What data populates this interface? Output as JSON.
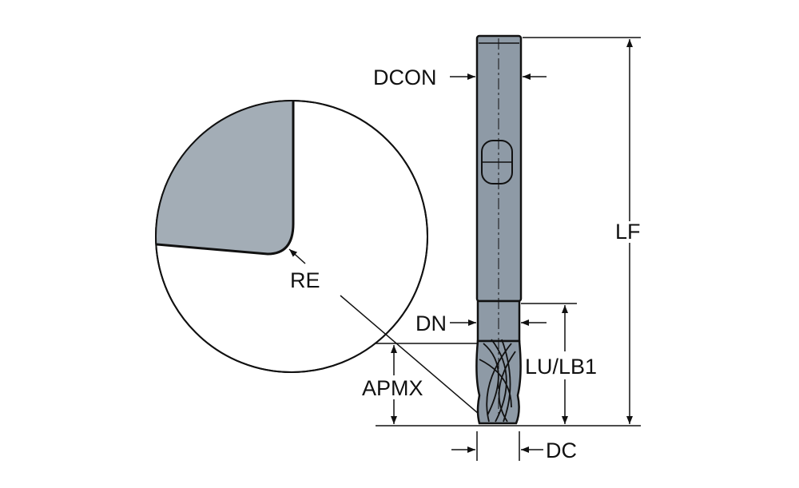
{
  "diagram": {
    "labels": {
      "dcon": "DCON",
      "dn": "DN",
      "apmx": "APMX",
      "re": "RE",
      "lu_lb1": "LU/LB1",
      "lf": "LF",
      "dc": "DC"
    },
    "colors": {
      "tool": "#8e9aa6",
      "detail": "#a3adb6",
      "line": "#111111"
    }
  }
}
